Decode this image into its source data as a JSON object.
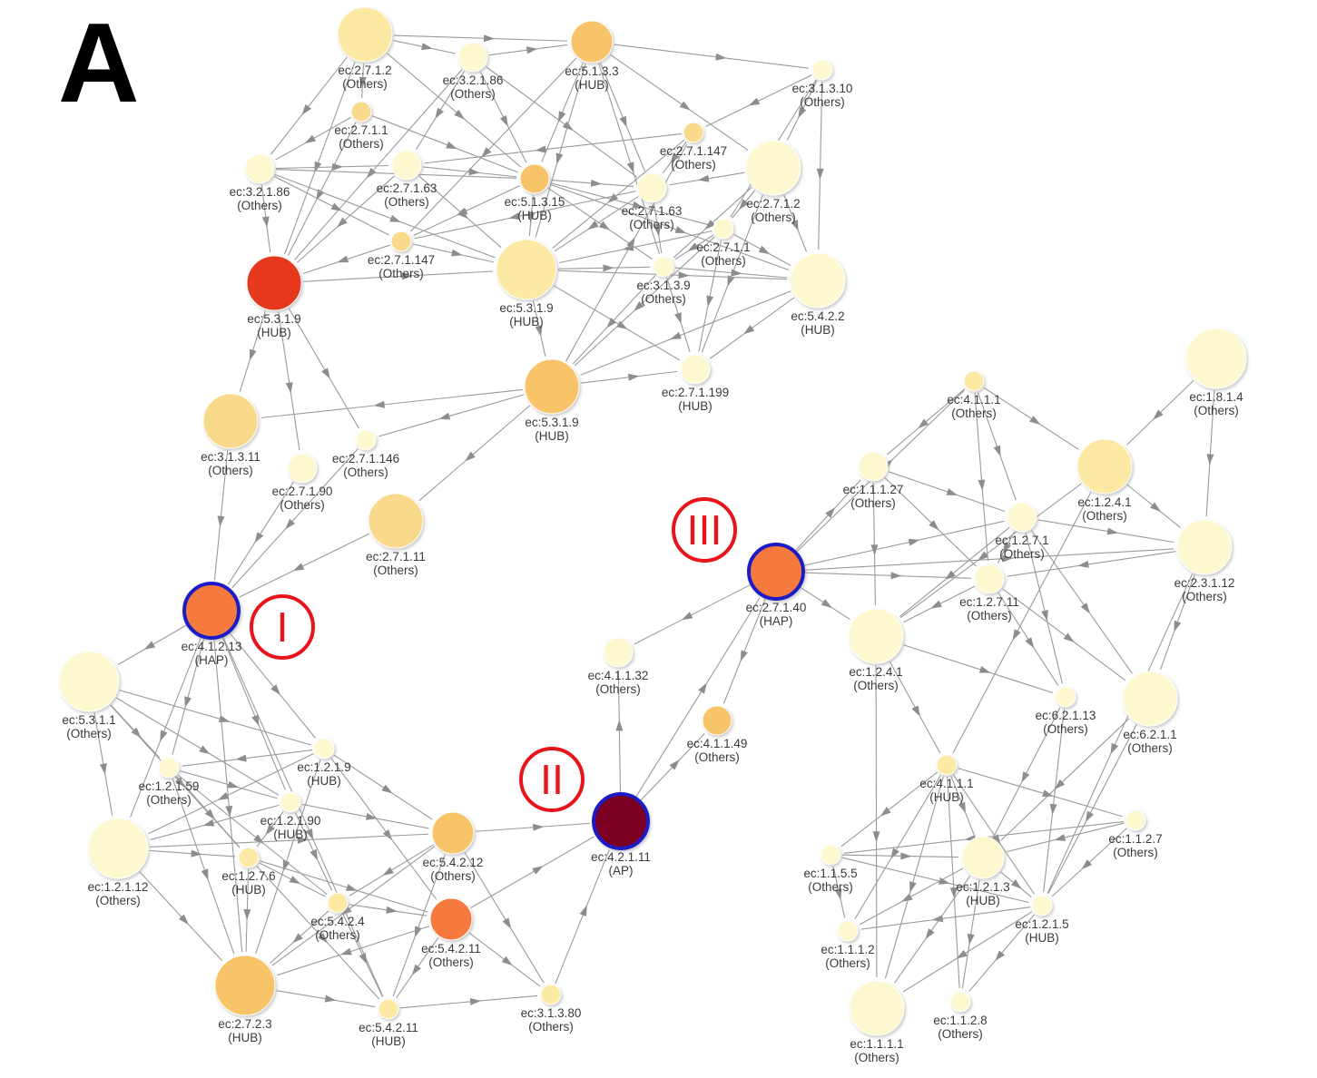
{
  "panel_label": "A",
  "colors": {
    "edge": "#9a9a9a",
    "marker": "#e8141b",
    "node_ring": "#1a1fc6",
    "node_shadow": "#d8d8d8"
  },
  "palette": {
    "pale": "#fdf8cf",
    "light": "#fbe9a4",
    "yellow": "#f9da8c",
    "amber": "#f8c46a",
    "orange": "#f67a3c",
    "red": "#e5371f",
    "maroon": "#7b0020"
  },
  "markers": [
    {
      "id": "I",
      "text": "I"
    },
    {
      "id": "II",
      "text": "II"
    },
    {
      "id": "III",
      "text": "III"
    }
  ],
  "nodes": [
    {
      "id": "n01",
      "ec": "ec:2.7.1.2",
      "role": "(Others)",
      "color": "light",
      "size": "large"
    },
    {
      "id": "n02",
      "ec": "ec:3.2.1.86",
      "role": "(Others)",
      "color": "pale",
      "size": "small"
    },
    {
      "id": "n03",
      "ec": "ec:5.1.3.3",
      "role": "(HUB)",
      "color": "amber",
      "size": "medium"
    },
    {
      "id": "n04",
      "ec": "ec:3.1.3.10",
      "role": "(Others)",
      "color": "pale",
      "size": "tiny"
    },
    {
      "id": "n05",
      "ec": "ec:2.7.1.1",
      "role": "(Others)",
      "color": "yellow",
      "size": "tiny"
    },
    {
      "id": "n06",
      "ec": "ec:2.7.1.147",
      "role": "(Others)",
      "color": "yellow",
      "size": "tiny"
    },
    {
      "id": "n07",
      "ec": "ec:3.2.1.86",
      "role": "(Others)",
      "color": "pale",
      "size": "small"
    },
    {
      "id": "n08",
      "ec": "ec:2.7.1.63",
      "role": "(Others)",
      "color": "pale",
      "size": "small"
    },
    {
      "id": "n09",
      "ec": "ec:5.1.3.15",
      "role": "(HUB)",
      "color": "amber",
      "size": "small"
    },
    {
      "id": "n10",
      "ec": "ec:2.7.1.2",
      "role": "(Others)",
      "color": "pale",
      "size": "large"
    },
    {
      "id": "n11",
      "ec": "ec:2.7.1.63",
      "role": "(Others)",
      "color": "pale",
      "size": "small"
    },
    {
      "id": "n12",
      "ec": "ec:2.7.1.147",
      "role": "(Others)",
      "color": "yellow",
      "size": "tiny"
    },
    {
      "id": "n13",
      "ec": "ec:2.7.1.1",
      "role": "(Others)",
      "color": "pale",
      "size": "tiny"
    },
    {
      "id": "n14",
      "ec": "ec:5.3.1.9",
      "role": "(HUB)",
      "color": "red",
      "size": "large"
    },
    {
      "id": "n15",
      "ec": "ec:5.3.1.9",
      "role": "(HUB)",
      "color": "light",
      "size": "xlarge"
    },
    {
      "id": "n16",
      "ec": "ec:3.1.3.9",
      "role": "(Others)",
      "color": "pale",
      "size": "tiny"
    },
    {
      "id": "n17",
      "ec": "ec:5.4.2.2",
      "role": "(HUB)",
      "color": "pale",
      "size": "large"
    },
    {
      "id": "n18",
      "ec": "ec:3.1.3.11",
      "role": "(Others)",
      "color": "yellow",
      "size": "large"
    },
    {
      "id": "n19",
      "ec": "ec:5.3.1.9",
      "role": "(HUB)",
      "color": "amber",
      "size": "large"
    },
    {
      "id": "n20",
      "ec": "ec:2.7.1.199",
      "role": "(HUB)",
      "color": "pale",
      "size": "small"
    },
    {
      "id": "n21",
      "ec": "ec:2.7.1.146",
      "role": "(Others)",
      "color": "pale",
      "size": "tiny"
    },
    {
      "id": "n22",
      "ec": "ec:2.7.1.90",
      "role": "(Others)",
      "color": "pale",
      "size": "small"
    },
    {
      "id": "n23",
      "ec": "ec:2.7.1.11",
      "role": "(Others)",
      "color": "yellow",
      "size": "large"
    },
    {
      "id": "n24",
      "ec": "ec:4.1.2.13",
      "role": "(HAP)",
      "color": "orange",
      "size": "large",
      "ring": true
    },
    {
      "id": "n25",
      "ec": "ec:5.3.1.1",
      "role": "(Others)",
      "color": "pale",
      "size": "xlarge"
    },
    {
      "id": "n26",
      "ec": "ec:1.2.1.9",
      "role": "(HUB)",
      "color": "pale",
      "size": "tiny"
    },
    {
      "id": "n27",
      "ec": "ec:1.2.1.59",
      "role": "(Others)",
      "color": "pale",
      "size": "tiny"
    },
    {
      "id": "n28",
      "ec": "ec:1.2.1.90",
      "role": "(HUB)",
      "color": "pale",
      "size": "tiny"
    },
    {
      "id": "n29",
      "ec": "ec:1.2.1.12",
      "role": "(Others)",
      "color": "pale",
      "size": "xlarge"
    },
    {
      "id": "n30",
      "ec": "ec:1.2.7.6",
      "role": "(HUB)",
      "color": "light",
      "size": "tiny"
    },
    {
      "id": "n31",
      "ec": "ec:5.4.2.12",
      "role": "(Others)",
      "color": "amber",
      "size": "medium"
    },
    {
      "id": "n32",
      "ec": "ec:5.4.2.4",
      "role": "(Others)",
      "color": "light",
      "size": "tiny"
    },
    {
      "id": "n33",
      "ec": "ec:5.4.2.11",
      "role": "(Others)",
      "color": "orange",
      "size": "medium"
    },
    {
      "id": "n34",
      "ec": "ec:2.7.2.3",
      "role": "(HUB)",
      "color": "amber",
      "size": "xlarge"
    },
    {
      "id": "n35",
      "ec": "ec:5.4.2.11",
      "role": "(HUB)",
      "color": "light",
      "size": "tiny"
    },
    {
      "id": "n36",
      "ec": "ec:3.1.3.80",
      "role": "(Others)",
      "color": "light",
      "size": "tiny"
    },
    {
      "id": "n37",
      "ec": "ec:4.2.1.11",
      "role": "(AP)",
      "color": "maroon",
      "size": "large",
      "ring": true
    },
    {
      "id": "n38",
      "ec": "ec:4.1.1.32",
      "role": "(Others)",
      "color": "pale",
      "size": "small"
    },
    {
      "id": "n39",
      "ec": "ec:4.1.1.49",
      "role": "(Others)",
      "color": "amber",
      "size": "small"
    },
    {
      "id": "n40",
      "ec": "ec:2.7.1.40",
      "role": "(HAP)",
      "color": "orange",
      "size": "large",
      "ring": true
    },
    {
      "id": "n41",
      "ec": "ec:4.1.1.1",
      "role": "(Others)",
      "color": "light",
      "size": "tiny"
    },
    {
      "id": "n42",
      "ec": "ec:1.8.1.4",
      "role": "(Others)",
      "color": "pale",
      "size": "xlarge"
    },
    {
      "id": "n43",
      "ec": "ec:1.1.1.27",
      "role": "(Others)",
      "color": "pale",
      "size": "small"
    },
    {
      "id": "n44",
      "ec": "ec:1.2.4.1",
      "role": "(Others)",
      "color": "light",
      "size": "large"
    },
    {
      "id": "n45",
      "ec": "ec:1.2.7.1",
      "role": "(Others)",
      "color": "pale",
      "size": "small"
    },
    {
      "id": "n46",
      "ec": "ec:2.3.1.12",
      "role": "(Others)",
      "color": "pale",
      "size": "large"
    },
    {
      "id": "n47",
      "ec": "ec:1.2.7.11",
      "role": "(Others)",
      "color": "pale",
      "size": "small"
    },
    {
      "id": "n48",
      "ec": "ec:1.2.4.1",
      "role": "(Others)",
      "color": "pale",
      "size": "large"
    },
    {
      "id": "n49",
      "ec": "ec:6.2.1.13",
      "role": "(Others)",
      "color": "pale",
      "size": "tiny"
    },
    {
      "id": "n50",
      "ec": "ec:6.2.1.1",
      "role": "(Others)",
      "color": "pale",
      "size": "large"
    },
    {
      "id": "n51",
      "ec": "ec:4.1.1.1",
      "role": "(HUB)",
      "color": "light",
      "size": "tiny"
    },
    {
      "id": "n52",
      "ec": "ec:1.1.2.7",
      "role": "(Others)",
      "color": "pale",
      "size": "tiny"
    },
    {
      "id": "n53",
      "ec": "ec:1.1.5.5",
      "role": "(Others)",
      "color": "pale",
      "size": "tiny"
    },
    {
      "id": "n54",
      "ec": "ec:1.2.1.3",
      "role": "(HUB)",
      "color": "pale",
      "size": "medium"
    },
    {
      "id": "n55",
      "ec": "ec:1.2.1.5",
      "role": "(HUB)",
      "color": "pale",
      "size": "tiny"
    },
    {
      "id": "n56",
      "ec": "ec:1.1.1.2",
      "role": "(Others)",
      "color": "pale",
      "size": "tiny"
    },
    {
      "id": "n57",
      "ec": "ec:1.1.1.1",
      "role": "(Others)",
      "color": "pale",
      "size": "large"
    },
    {
      "id": "n58",
      "ec": "ec:1.1.2.8",
      "role": "(Others)",
      "color": "pale",
      "size": "tiny"
    }
  ],
  "edges": [
    [
      "n01",
      "n02"
    ],
    [
      "n01",
      "n03"
    ],
    [
      "n01",
      "n07"
    ],
    [
      "n01",
      "n05"
    ],
    [
      "n01",
      "n09"
    ],
    [
      "n01",
      "n14"
    ],
    [
      "n02",
      "n03"
    ],
    [
      "n02",
      "n08"
    ],
    [
      "n02",
      "n09"
    ],
    [
      "n02",
      "n11"
    ],
    [
      "n02",
      "n14"
    ],
    [
      "n03",
      "n04"
    ],
    [
      "n03",
      "n09"
    ],
    [
      "n03",
      "n10"
    ],
    [
      "n03",
      "n11"
    ],
    [
      "n03",
      "n12"
    ],
    [
      "n03",
      "n15"
    ],
    [
      "n03",
      "n16"
    ],
    [
      "n04",
      "n06"
    ],
    [
      "n04",
      "n10"
    ],
    [
      "n04",
      "n13"
    ],
    [
      "n04",
      "n17"
    ],
    [
      "n05",
      "n07"
    ],
    [
      "n05",
      "n09"
    ],
    [
      "n05",
      "n14"
    ],
    [
      "n06",
      "n08"
    ],
    [
      "n06",
      "n11"
    ],
    [
      "n06",
      "n15"
    ],
    [
      "n07",
      "n08"
    ],
    [
      "n07",
      "n09"
    ],
    [
      "n07",
      "n12"
    ],
    [
      "n07",
      "n14"
    ],
    [
      "n07",
      "n15"
    ],
    [
      "n08",
      "n09"
    ],
    [
      "n08",
      "n14"
    ],
    [
      "n08",
      "n15"
    ],
    [
      "n09",
      "n11"
    ],
    [
      "n09",
      "n12"
    ],
    [
      "n09",
      "n13"
    ],
    [
      "n09",
      "n15"
    ],
    [
      "n09",
      "n16"
    ],
    [
      "n09",
      "n17"
    ],
    [
      "n10",
      "n11"
    ],
    [
      "n10",
      "n13"
    ],
    [
      "n10",
      "n17"
    ],
    [
      "n10",
      "n20"
    ],
    [
      "n10",
      "n16"
    ],
    [
      "n11",
      "n12"
    ],
    [
      "n11",
      "n15"
    ],
    [
      "n11",
      "n16"
    ],
    [
      "n12",
      "n14"
    ],
    [
      "n12",
      "n15"
    ],
    [
      "n13",
      "n15"
    ],
    [
      "n13",
      "n16"
    ],
    [
      "n13",
      "n17"
    ],
    [
      "n13",
      "n19"
    ],
    [
      "n13",
      "n20"
    ],
    [
      "n14",
      "n15"
    ],
    [
      "n14",
      "n18"
    ],
    [
      "n14",
      "n21"
    ],
    [
      "n14",
      "n22"
    ],
    [
      "n15",
      "n16"
    ],
    [
      "n15",
      "n17"
    ],
    [
      "n15",
      "n19"
    ],
    [
      "n15",
      "n20"
    ],
    [
      "n16",
      "n17"
    ],
    [
      "n16",
      "n19"
    ],
    [
      "n16",
      "n20"
    ],
    [
      "n17",
      "n20"
    ],
    [
      "n17",
      "n19"
    ],
    [
      "n19",
      "n18"
    ],
    [
      "n19",
      "n21"
    ],
    [
      "n19",
      "n23"
    ],
    [
      "n19",
      "n20"
    ],
    [
      "n19",
      "n06"
    ],
    [
      "n21",
      "n24"
    ],
    [
      "n22",
      "n24"
    ],
    [
      "n18",
      "n24"
    ],
    [
      "n23",
      "n24"
    ],
    [
      "n24",
      "n25"
    ],
    [
      "n24",
      "n26"
    ],
    [
      "n24",
      "n27"
    ],
    [
      "n24",
      "n28"
    ],
    [
      "n24",
      "n29"
    ],
    [
      "n24",
      "n34"
    ],
    [
      "n24",
      "n35"
    ],
    [
      "n25",
      "n26"
    ],
    [
      "n25",
      "n27"
    ],
    [
      "n25",
      "n28"
    ],
    [
      "n25",
      "n29"
    ],
    [
      "n25",
      "n30"
    ],
    [
      "n26",
      "n27"
    ],
    [
      "n26",
      "n29"
    ],
    [
      "n26",
      "n31"
    ],
    [
      "n26",
      "n33"
    ],
    [
      "n26",
      "n34"
    ],
    [
      "n27",
      "n28"
    ],
    [
      "n27",
      "n30"
    ],
    [
      "n27",
      "n32"
    ],
    [
      "n27",
      "n34"
    ],
    [
      "n28",
      "n30"
    ],
    [
      "n28",
      "n31"
    ],
    [
      "n28",
      "n32"
    ],
    [
      "n28",
      "n29"
    ],
    [
      "n29",
      "n30"
    ],
    [
      "n29",
      "n31"
    ],
    [
      "n29",
      "n34"
    ],
    [
      "n30",
      "n32"
    ],
    [
      "n30",
      "n33"
    ],
    [
      "n30",
      "n34"
    ],
    [
      "n30",
      "n35"
    ],
    [
      "n31",
      "n32"
    ],
    [
      "n31",
      "n34"
    ],
    [
      "n31",
      "n35"
    ],
    [
      "n31",
      "n36"
    ],
    [
      "n31",
      "n37"
    ],
    [
      "n32",
      "n33"
    ],
    [
      "n32",
      "n34"
    ],
    [
      "n32",
      "n35"
    ],
    [
      "n33",
      "n34"
    ],
    [
      "n33",
      "n35"
    ],
    [
      "n33",
      "n36"
    ],
    [
      "n33",
      "n37"
    ],
    [
      "n34",
      "n35"
    ],
    [
      "n35",
      "n36"
    ],
    [
      "n36",
      "n37"
    ],
    [
      "n37",
      "n38"
    ],
    [
      "n37",
      "n39"
    ],
    [
      "n37",
      "n40"
    ],
    [
      "n40",
      "n38"
    ],
    [
      "n40",
      "n39"
    ],
    [
      "n40",
      "n41"
    ],
    [
      "n40",
      "n43"
    ],
    [
      "n40",
      "n45"
    ],
    [
      "n40",
      "n46"
    ],
    [
      "n40",
      "n47"
    ],
    [
      "n40",
      "n48"
    ],
    [
      "n41",
      "n43"
    ],
    [
      "n41",
      "n44"
    ],
    [
      "n41",
      "n45"
    ],
    [
      "n41",
      "n47"
    ],
    [
      "n42",
      "n44"
    ],
    [
      "n42",
      "n46"
    ],
    [
      "n43",
      "n45"
    ],
    [
      "n43",
      "n47"
    ],
    [
      "n43",
      "n48"
    ],
    [
      "n44",
      "n46"
    ],
    [
      "n44",
      "n48"
    ],
    [
      "n44",
      "n51"
    ],
    [
      "n45",
      "n46"
    ],
    [
      "n45",
      "n47"
    ],
    [
      "n45",
      "n48"
    ],
    [
      "n45",
      "n49"
    ],
    [
      "n45",
      "n50"
    ],
    [
      "n46",
      "n47"
    ],
    [
      "n46",
      "n50"
    ],
    [
      "n46",
      "n55"
    ],
    [
      "n47",
      "n48"
    ],
    [
      "n47",
      "n49"
    ],
    [
      "n47",
      "n50"
    ],
    [
      "n48",
      "n49"
    ],
    [
      "n48",
      "n51"
    ],
    [
      "n48",
      "n57"
    ],
    [
      "n49",
      "n54"
    ],
    [
      "n49",
      "n55"
    ],
    [
      "n50",
      "n54"
    ],
    [
      "n50",
      "n55"
    ],
    [
      "n51",
      "n52"
    ],
    [
      "n51",
      "n53"
    ],
    [
      "n51",
      "n54"
    ],
    [
      "n51",
      "n55"
    ],
    [
      "n51",
      "n56"
    ],
    [
      "n51",
      "n57"
    ],
    [
      "n51",
      "n58"
    ],
    [
      "n52",
      "n53"
    ],
    [
      "n52",
      "n54"
    ],
    [
      "n52",
      "n55"
    ],
    [
      "n53",
      "n54"
    ],
    [
      "n53",
      "n55"
    ],
    [
      "n53",
      "n56"
    ],
    [
      "n54",
      "n55"
    ],
    [
      "n54",
      "n56"
    ],
    [
      "n54",
      "n57"
    ],
    [
      "n54",
      "n58"
    ],
    [
      "n55",
      "n56"
    ],
    [
      "n55",
      "n57"
    ],
    [
      "n55",
      "n58"
    ]
  ]
}
